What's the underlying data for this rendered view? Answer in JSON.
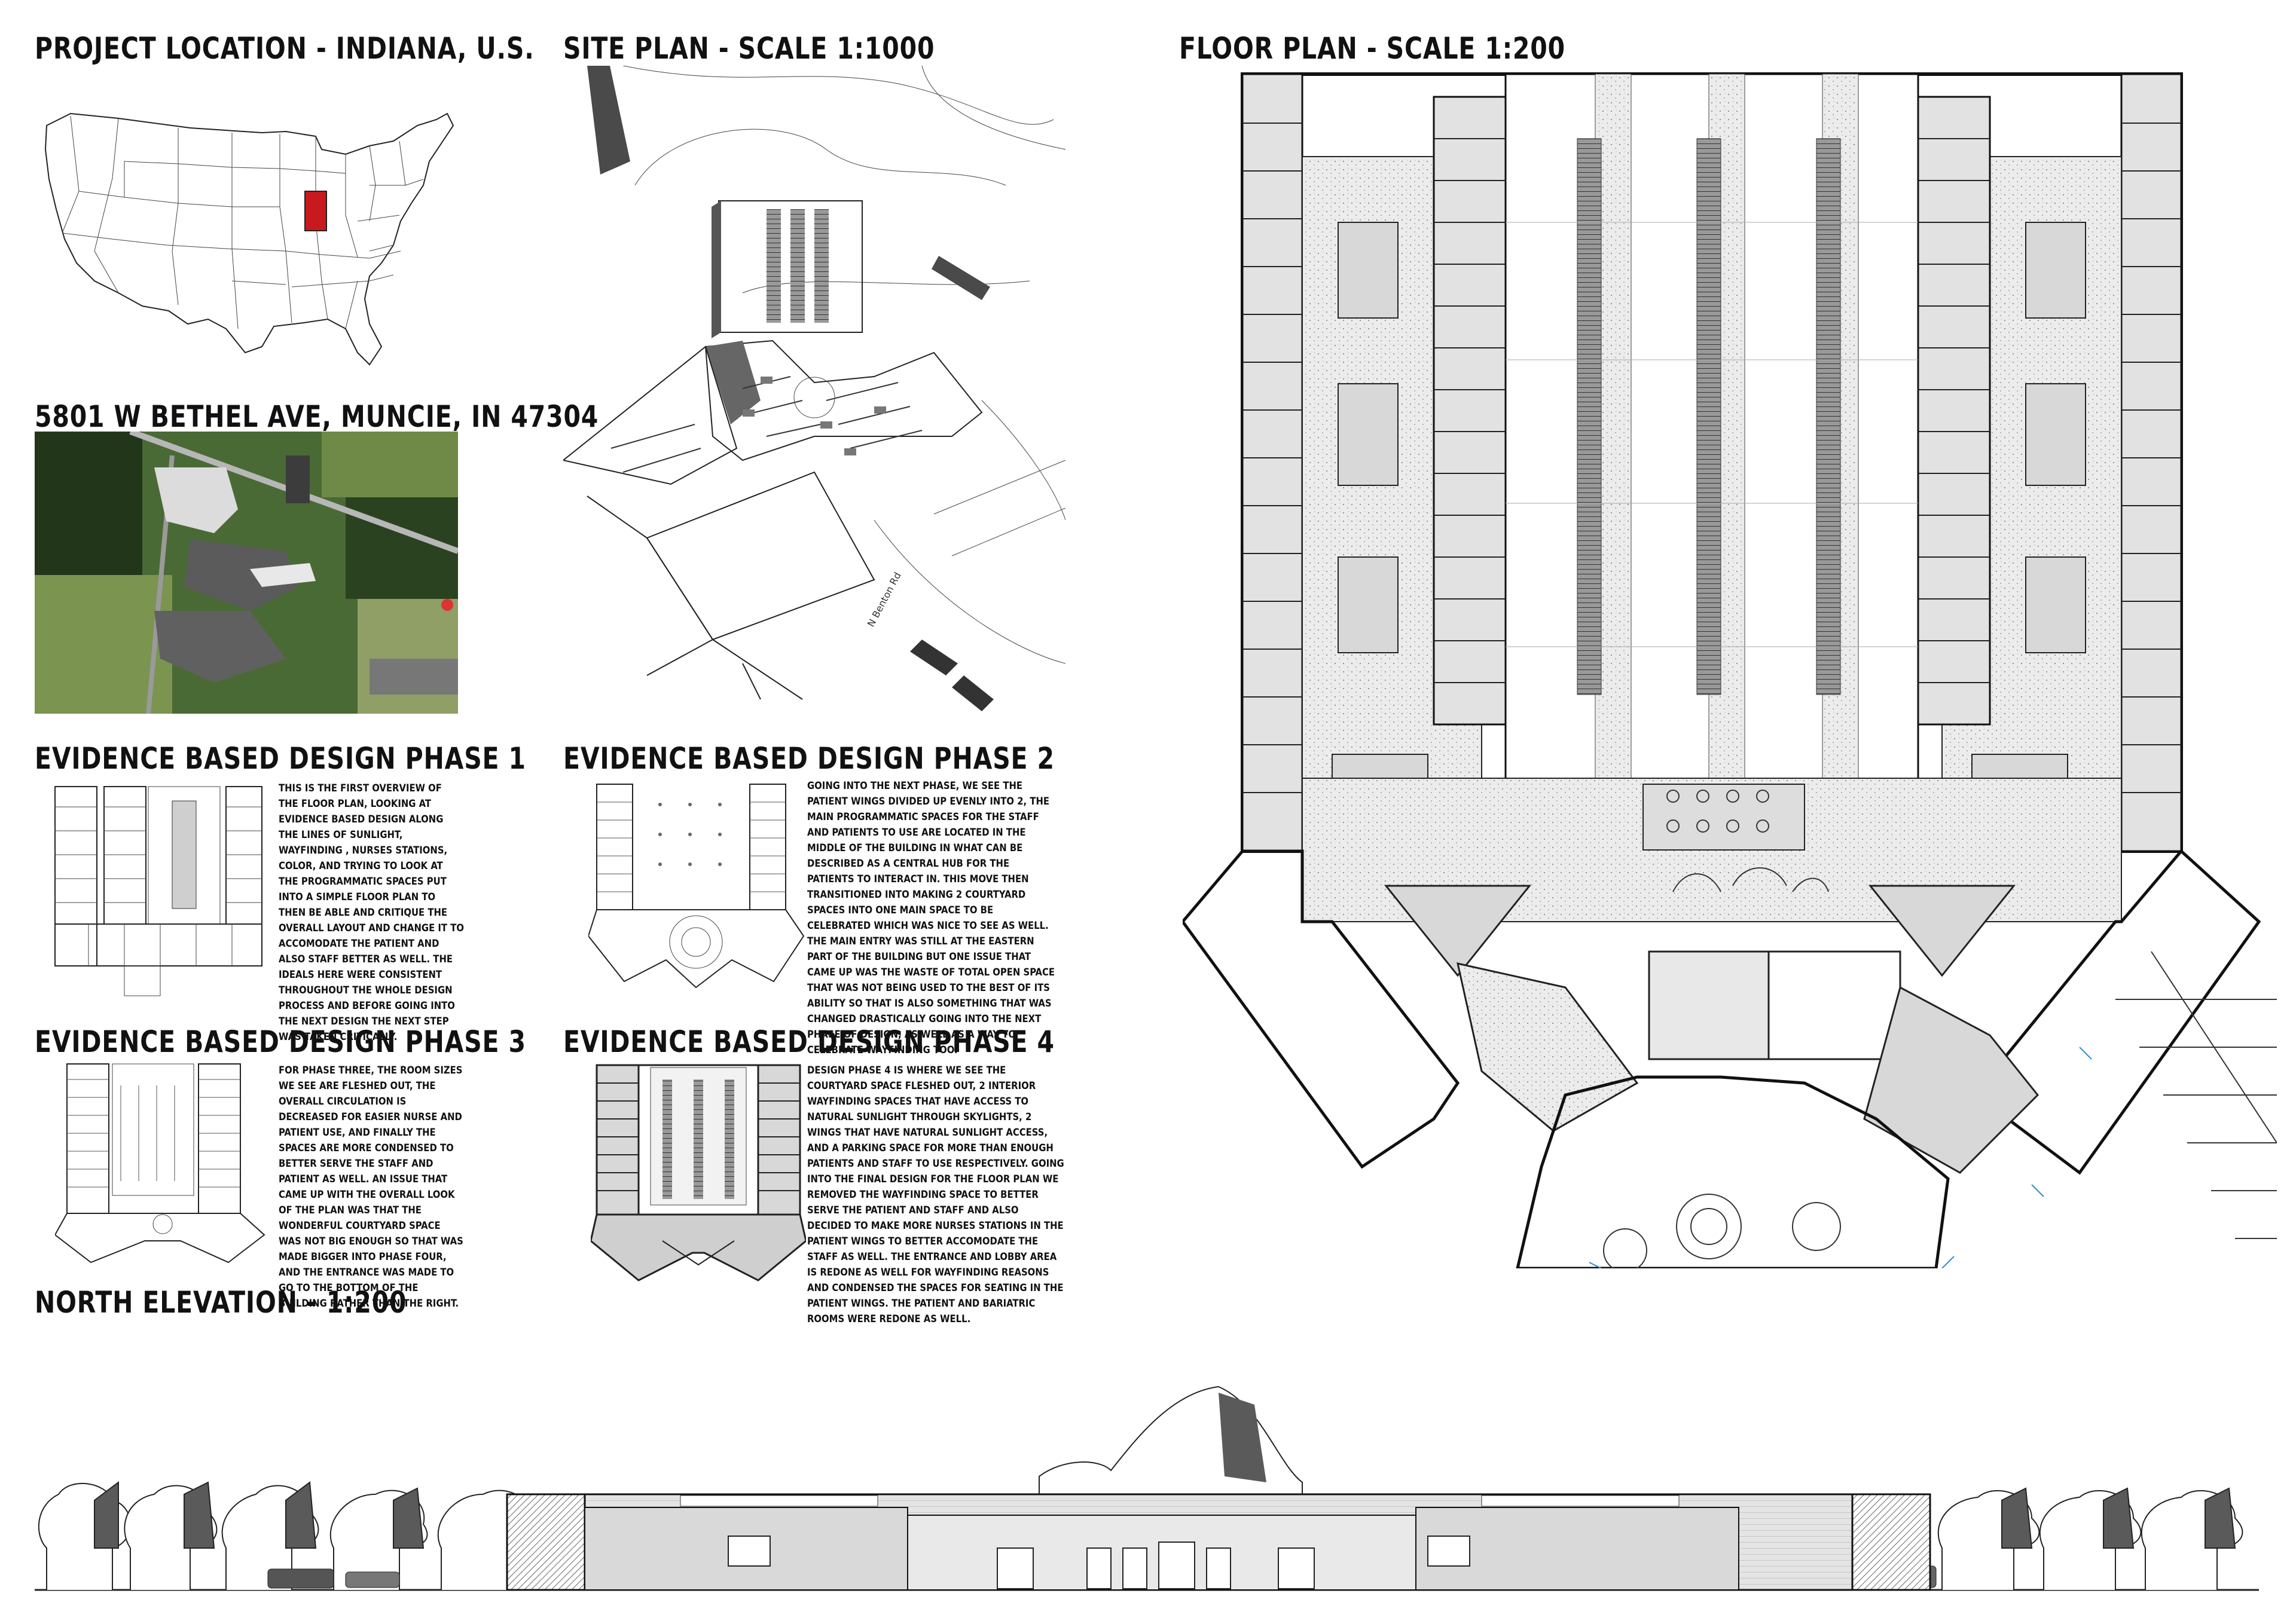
{
  "headings": {
    "location": "PROJECT LOCATION - INDIANA, U.S.",
    "address": "5801 W BETHEL AVE, MUNCIE, IN 47304",
    "site_plan": "SITE PLAN - SCALE 1:1000",
    "floor_plan": "FLOOR PLAN - SCALE 1:200",
    "phase1": "EVIDENCE BASED DESIGN PHASE 1",
    "phase2": "EVIDENCE BASED DESIGN PHASE 2",
    "phase3": "EVIDENCE BASED DESIGN PHASE 3",
    "phase4": "EVIDENCE BASED DESIGN PHASE 4",
    "elevation": "NORTH ELEVATION - 1:200"
  },
  "texts": {
    "phase1": "This is the first overview of the floor plan, looking at evidence based design along the lines of sunlight, wayfinding , nurses stations, color, and trying to look at the programmatic spaces put into a simple floor plan to then be able and critique the overall layout and change it to accomodate the patient and also staff better as well. The ideals here were consistent throughout the whole design process and before going into the next design the next step was taken critically.",
    "phase2": "Going into the next phase, we see the patient wings divided up evenly into 2, the main programmatic spaces for the staff and patients to use are located in the middle of the building in what can be described as a central hub for the patients to interact in. This move then transitioned into making 2 courtyard spaces into one main space to be celebrated which was nice to see as well. The main entry was still at the eastern part of the building but one issue that came up was the waste of total open space that was not being used to the best of its ability so that is also something that was changed drastically going into the next phase of design, as well as a way to celebrate wayfinding too.",
    "phase3": "For phase three, the room sizes we see are fleshed out, the overall circulation is decreased for easier nurse and patient use, and finally the spaces are more condensed to better serve the staff and patient as well. An issue that came up with the overall look of the plan was that the wonderful courtyard space was not big enough so that was made bigger into phase four, and the entrance was made to go to the bottom of the building rather than the right.",
    "phase4": "Design phase 4 is where we see the courtyard space fleshed out, 2 interior wayfinding spaces that have access to natural sunlight through skylights, 2 wings that have natural sunlight access, and a parking space for more than enough patients and staff to use respectively. Going into the final design for the floor plan we removed the wayfinding space to better serve the patient and staff and also decided to make more nurses stations in the patient wings to better accomodate the staff as well. The entrance and lobby area is redone as well for wayfinding reasons and condensed the spaces for seating in the patient wings. The patient and bariatric rooms were redone as well."
  },
  "site_plan": {
    "road_label": "N Benton Rd"
  },
  "colors": {
    "indiana": "#c8191e",
    "ink": "#111111",
    "aerial_green": "#3d5a2a"
  }
}
